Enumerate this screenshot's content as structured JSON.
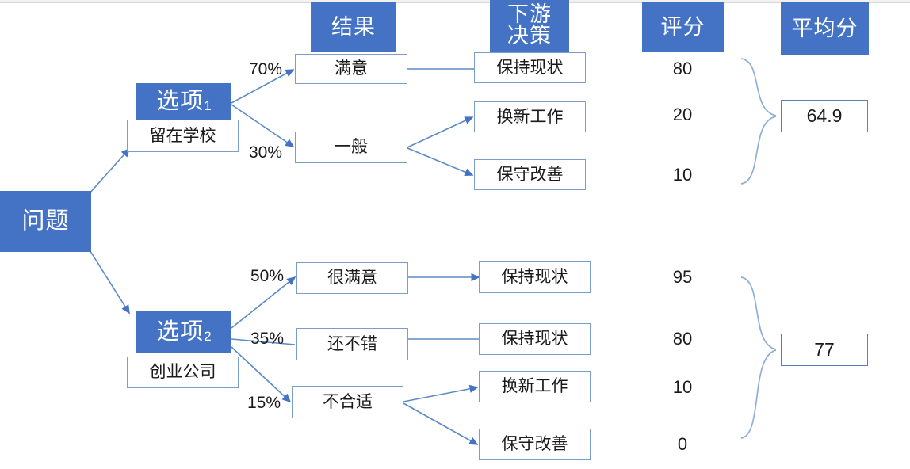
{
  "diagram": {
    "title_root": "问题",
    "headers": [
      {
        "name": "outcome",
        "label": "结果"
      },
      {
        "name": "downstream-decision",
        "label_line1": "下游",
        "label_line2": "决策"
      },
      {
        "name": "score",
        "label": "评分"
      },
      {
        "name": "average-score",
        "label": "平均分"
      }
    ],
    "options": [
      {
        "id": "option-1",
        "title": "选项",
        "index": "1",
        "sublabel": "留在学校",
        "average": "64.9",
        "branches": [
          {
            "probability": "70%",
            "outcome": "满意",
            "decisions": [
              {
                "label": "保持现状",
                "score": "80"
              }
            ]
          },
          {
            "probability": "30%",
            "outcome": "一般",
            "decisions": [
              {
                "label": "换新工作",
                "score": "20"
              },
              {
                "label": "保守改善",
                "score": "10"
              }
            ]
          }
        ]
      },
      {
        "id": "option-2",
        "title": "选项",
        "index": "2",
        "sublabel": "创业公司",
        "average": "77",
        "branches": [
          {
            "probability": "50%",
            "outcome": "很满意",
            "decisions": [
              {
                "label": "保持现状",
                "score": "95"
              }
            ]
          },
          {
            "probability": "35%",
            "outcome": "还不错",
            "decisions": [
              {
                "label": "保持现状",
                "score": "80"
              }
            ]
          },
          {
            "probability": "15%",
            "outcome": "不合适",
            "decisions": [
              {
                "label": "换新工作",
                "score": "10"
              },
              {
                "label": "保守改善",
                "score": "0"
              }
            ]
          }
        ]
      }
    ],
    "colors": {
      "accent_blue": "#4472C4",
      "line_blue": "#5B8AC6",
      "box_border": "#7C9DC8",
      "text_dark": "#1a1a1a"
    }
  }
}
